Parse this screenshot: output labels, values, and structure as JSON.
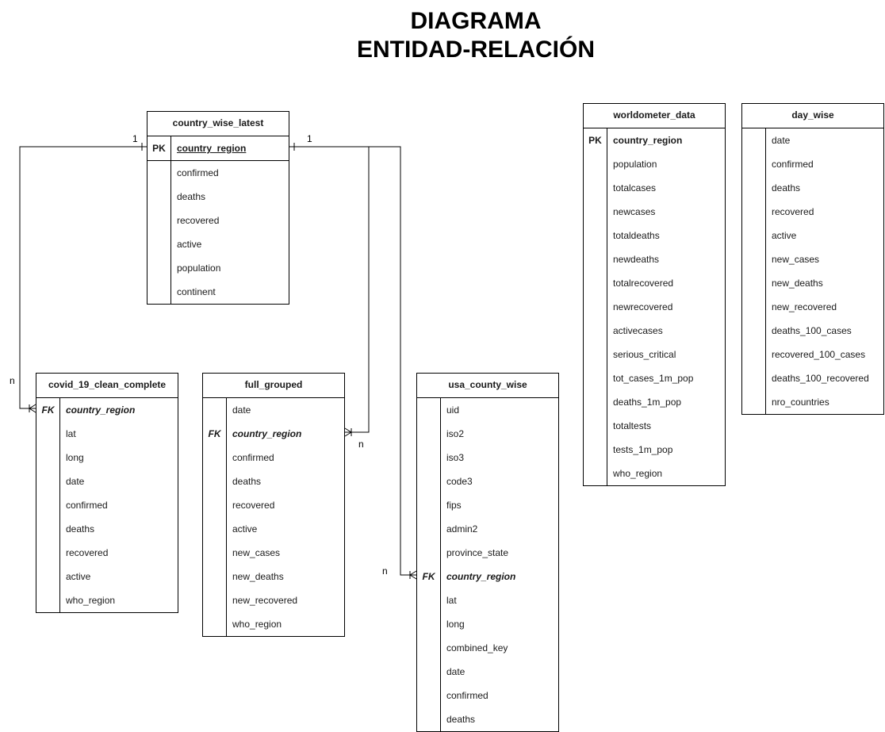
{
  "title": {
    "line1": "DIAGRAMA",
    "line2": "ENTIDAD-RELACIÓN"
  },
  "entities": [
    {
      "id": "country_wise_latest",
      "name": "country_wise_latest",
      "pk_underline": true,
      "rows": [
        {
          "key": "PK",
          "name": "country_region"
        },
        {
          "key": "",
          "name": "confirmed"
        },
        {
          "key": "",
          "name": "deaths"
        },
        {
          "key": "",
          "name": "recovered"
        },
        {
          "key": "",
          "name": "active"
        },
        {
          "key": "",
          "name": "population"
        },
        {
          "key": "",
          "name": "continent"
        }
      ]
    },
    {
      "id": "covid_19_clean_complete",
      "name": "covid_19_clean_complete",
      "rows": [
        {
          "key": "FK",
          "name": "country_region"
        },
        {
          "key": "",
          "name": "lat"
        },
        {
          "key": "",
          "name": "long"
        },
        {
          "key": "",
          "name": "date"
        },
        {
          "key": "",
          "name": "confirmed"
        },
        {
          "key": "",
          "name": "deaths"
        },
        {
          "key": "",
          "name": "recovered"
        },
        {
          "key": "",
          "name": "active"
        },
        {
          "key": "",
          "name": "who_region"
        }
      ]
    },
    {
      "id": "full_grouped",
      "name": "full_grouped",
      "rows": [
        {
          "key": "",
          "name": "date"
        },
        {
          "key": "FK",
          "name": "country_region"
        },
        {
          "key": "",
          "name": "confirmed"
        },
        {
          "key": "",
          "name": "deaths"
        },
        {
          "key": "",
          "name": "recovered"
        },
        {
          "key": "",
          "name": "active"
        },
        {
          "key": "",
          "name": "new_cases"
        },
        {
          "key": "",
          "name": "new_deaths"
        },
        {
          "key": "",
          "name": "new_recovered"
        },
        {
          "key": "",
          "name": "who_region"
        }
      ]
    },
    {
      "id": "usa_county_wise",
      "name": "usa_county_wise",
      "rows": [
        {
          "key": "",
          "name": "uid"
        },
        {
          "key": "",
          "name": "iso2"
        },
        {
          "key": "",
          "name": "iso3"
        },
        {
          "key": "",
          "name": "code3"
        },
        {
          "key": "",
          "name": "fips"
        },
        {
          "key": "",
          "name": "admin2"
        },
        {
          "key": "",
          "name": "province_state"
        },
        {
          "key": "FK",
          "name": "country_region"
        },
        {
          "key": "",
          "name": "lat"
        },
        {
          "key": "",
          "name": "long"
        },
        {
          "key": "",
          "name": "combined_key"
        },
        {
          "key": "",
          "name": "date"
        },
        {
          "key": "",
          "name": "confirmed"
        },
        {
          "key": "",
          "name": "deaths"
        }
      ]
    },
    {
      "id": "worldometer_data",
      "name": "worldometer_data",
      "rows": [
        {
          "key": "PK",
          "name": "country_region"
        },
        {
          "key": "",
          "name": "population"
        },
        {
          "key": "",
          "name": "totalcases"
        },
        {
          "key": "",
          "name": "newcases"
        },
        {
          "key": "",
          "name": "totaldeaths"
        },
        {
          "key": "",
          "name": "newdeaths"
        },
        {
          "key": "",
          "name": "totalrecovered"
        },
        {
          "key": "",
          "name": "newrecovered"
        },
        {
          "key": "",
          "name": "activecases"
        },
        {
          "key": "",
          "name": "serious_critical"
        },
        {
          "key": "",
          "name": "tot_cases_1m_pop"
        },
        {
          "key": "",
          "name": "deaths_1m_pop"
        },
        {
          "key": "",
          "name": "totaltests"
        },
        {
          "key": "",
          "name": "tests_1m_pop"
        },
        {
          "key": "",
          "name": "who_region"
        }
      ]
    },
    {
      "id": "day_wise",
      "name": "day_wise",
      "rows": [
        {
          "key": "",
          "name": "date"
        },
        {
          "key": "",
          "name": "confirmed"
        },
        {
          "key": "",
          "name": "deaths"
        },
        {
          "key": "",
          "name": "recovered"
        },
        {
          "key": "",
          "name": "active"
        },
        {
          "key": "",
          "name": "new_cases"
        },
        {
          "key": "",
          "name": "new_deaths"
        },
        {
          "key": "",
          "name": "new_recovered"
        },
        {
          "key": "",
          "name": "deaths_100_cases"
        },
        {
          "key": "",
          "name": "recovered_100_cases"
        },
        {
          "key": "",
          "name": "deaths_100_recovered"
        },
        {
          "key": "",
          "name": "nro_countries"
        }
      ]
    }
  ],
  "relationships": [
    {
      "from": "country_wise_latest",
      "to": "covid_19_clean_complete",
      "from_card": "1",
      "to_card": "n"
    },
    {
      "from": "country_wise_latest",
      "to": "full_grouped",
      "from_card": "1",
      "to_card": "n"
    },
    {
      "from": "country_wise_latest",
      "to": "usa_county_wise",
      "from_card": "1",
      "to_card": "n"
    }
  ]
}
